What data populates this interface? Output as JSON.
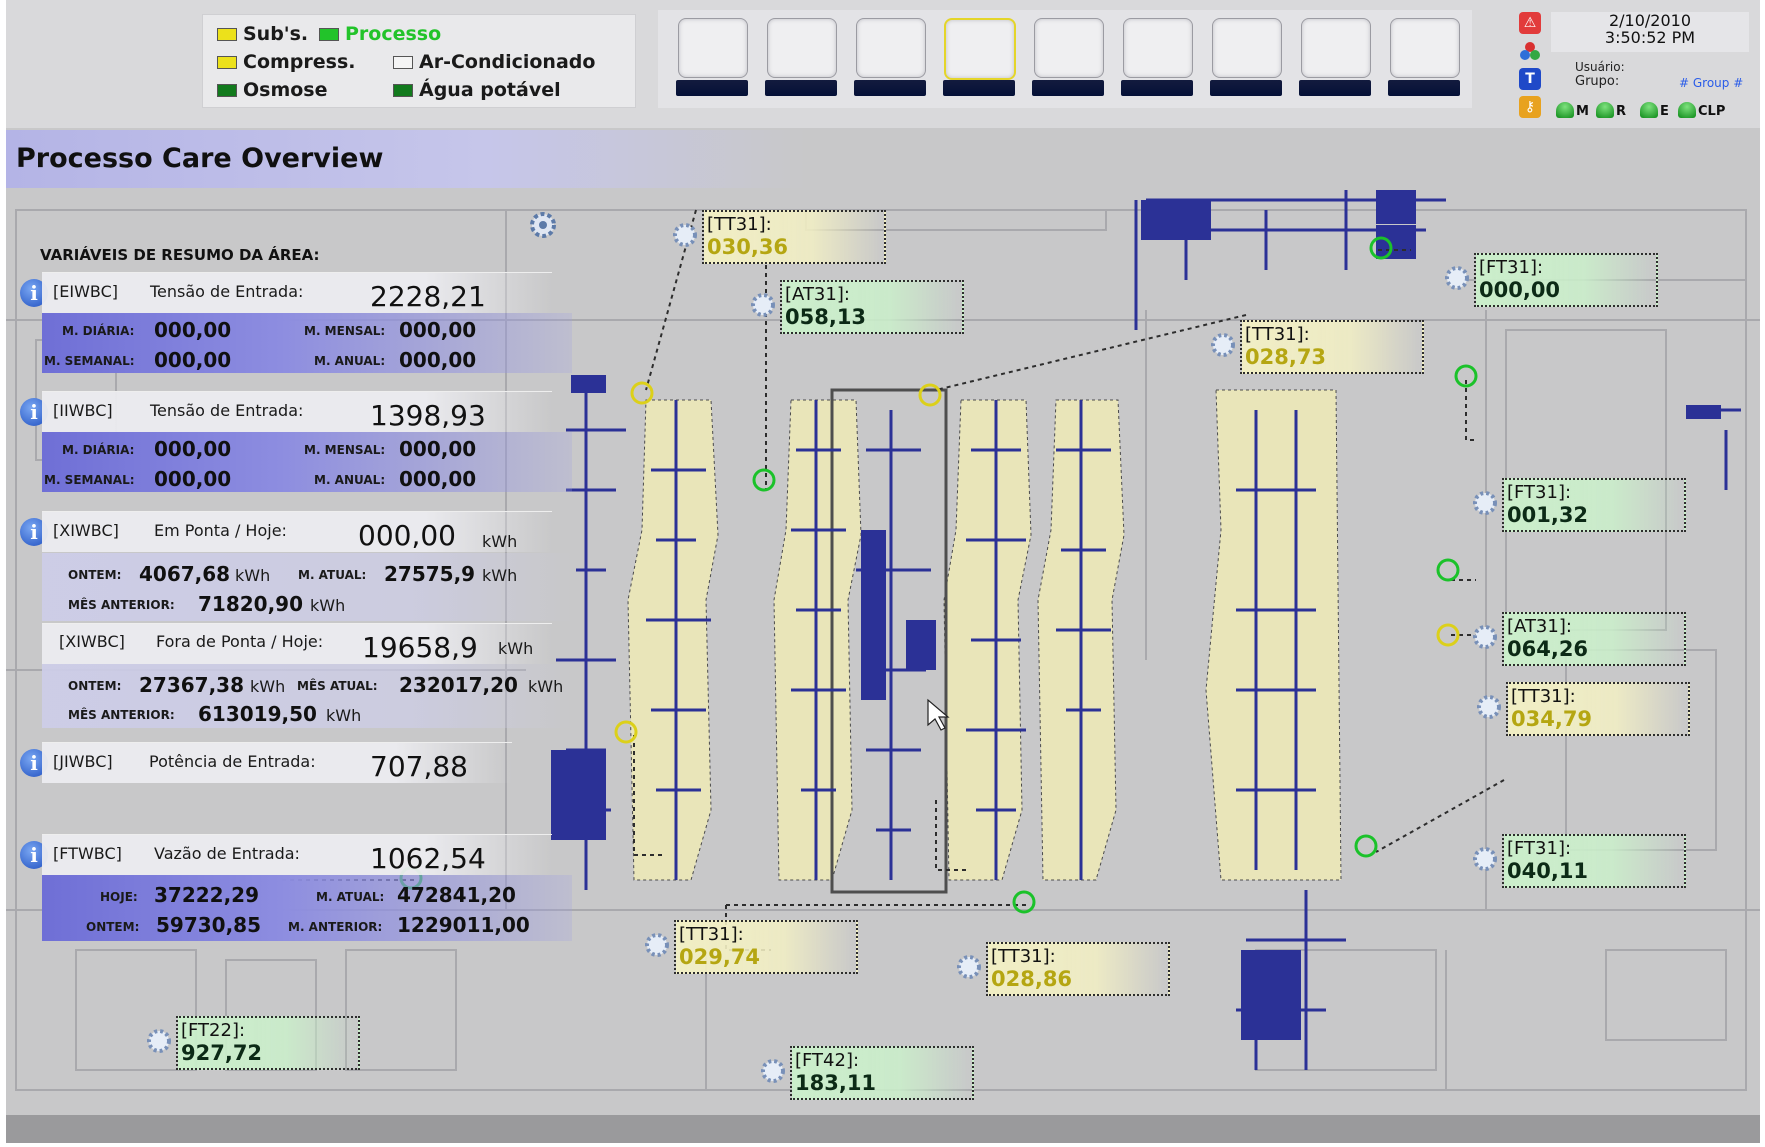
{
  "legend": {
    "subs": "Sub's.",
    "processo": "Processo",
    "compress": "Compress.",
    "ar_condicionado": "Ar-Condicionado",
    "osmose": "Osmose",
    "agua_potavel": "Água potável"
  },
  "status": {
    "date": "2/10/2010",
    "time": "3:50:52 PM",
    "usuario_label": "Usuário:",
    "grupo_label": "Grupo:",
    "grupo_value": "# Group #",
    "leds": [
      "M",
      "R",
      "E",
      "CLP"
    ]
  },
  "page": {
    "title": "Processo Care Overview"
  },
  "summary": {
    "heading": "VARIÁVEIS DE RESUMO DA ÁREA:",
    "eiwbc": {
      "code": "[EIWBC]",
      "label": "Tensão de Entrada:",
      "value": "2228,21",
      "m_diaria_label": "M. DIÁRIA:",
      "m_diaria": "000,00",
      "m_mensal_label": "M. MENSAL:",
      "m_mensal": "000,00",
      "m_semanal_label": "M. SEMANAL:",
      "m_semanal": "000,00",
      "m_anual_label": "M. ANUAL:",
      "m_anual": "000,00"
    },
    "iiwbc": {
      "code": "[IIWBC]",
      "label": "Tensão de Entrada:",
      "value": "1398,93",
      "m_diaria_label": "M. DIÁRIA:",
      "m_diaria": "000,00",
      "m_mensal_label": "M. MENSAL:",
      "m_mensal": "000,00",
      "m_semanal_label": "M. SEMANAL:",
      "m_semanal": "000,00",
      "m_anual_label": "M. ANUAL:",
      "m_anual": "000,00"
    },
    "xiwbc_ponta": {
      "code": "[XIWBC]",
      "label": "Em Ponta / Hoje:",
      "value": "000,00",
      "unit": "kWh",
      "ontem_label": "ONTEM:",
      "ontem": "4067,68",
      "ontem_unit": "kWh",
      "m_atual_label": "M. ATUAL:",
      "m_atual": "27575,9",
      "m_atual_unit": "kWh",
      "mes_anterior_label": "MÊS ANTERIOR:",
      "mes_anterior": "71820,90",
      "mes_anterior_unit": "kWh"
    },
    "xiwbc_fora": {
      "code": "[XIWBC]",
      "label": "Fora de Ponta / Hoje:",
      "value": "19658,9",
      "unit": "kWh",
      "ontem_label": "ONTEM:",
      "ontem": "27367,38",
      "ontem_unit": "kWh",
      "mes_atual_label": "MÊS ATUAL:",
      "mes_atual": "232017,20",
      "mes_atual_unit": "kWh",
      "mes_anterior_label": "MÊS ANTERIOR:",
      "mes_anterior": "613019,50",
      "mes_anterior_unit": "kWh"
    },
    "jiwbc": {
      "code": "[JIWBC]",
      "label": "Potência de Entrada:",
      "value": "707,88"
    },
    "ftwbc": {
      "code": "[FTWBC]",
      "label": "Vazão de Entrada:",
      "value": "1062,54",
      "hoje_label": "HOJE:",
      "hoje": "37222,29",
      "m_atual_label": "M. ATUAL:",
      "m_atual": "472841,20",
      "ontem_label": "ONTEM:",
      "ontem": "59730,85",
      "m_anterior_label": "M. ANTERIOR:",
      "m_anterior": "1229011,00"
    }
  },
  "tags": [
    {
      "id": "tt31_a",
      "name": "[TT31]:",
      "value": "030,36",
      "kind": "temp"
    },
    {
      "id": "at31_a",
      "name": "[AT31]:",
      "value": "058,13",
      "kind": "flow"
    },
    {
      "id": "ft31_a",
      "name": "[FT31]:",
      "value": "000,00",
      "kind": "flow"
    },
    {
      "id": "tt31_b",
      "name": "[TT31]:",
      "value": "028,73",
      "kind": "temp"
    },
    {
      "id": "ft31_b",
      "name": "[FT31]:",
      "value": "001,32",
      "kind": "flow"
    },
    {
      "id": "at31_b",
      "name": "[AT31]:",
      "value": "064,26",
      "kind": "flow"
    },
    {
      "id": "tt31_c",
      "name": "[TT31]:",
      "value": "034,79",
      "kind": "temp"
    },
    {
      "id": "ft31_c",
      "name": "[FT31]:",
      "value": "040,11",
      "kind": "flow"
    },
    {
      "id": "tt31_d",
      "name": "[TT31]:",
      "value": "029,74",
      "kind": "temp"
    },
    {
      "id": "tt31_e",
      "name": "[TT31]:",
      "value": "028,86",
      "kind": "temp"
    },
    {
      "id": "ft22",
      "name": "[FT22]:",
      "value": "927,72",
      "kind": "flow"
    },
    {
      "id": "ft42",
      "name": "[FT42]:",
      "value": "183,11",
      "kind": "flow"
    }
  ],
  "colors": {
    "panel_blue": "#7070d6",
    "temp_value": "#b5a612",
    "machine_blue": "#2a2f8c",
    "connector_green": "#1bc22a",
    "connector_yellow": "#dcd01a"
  }
}
